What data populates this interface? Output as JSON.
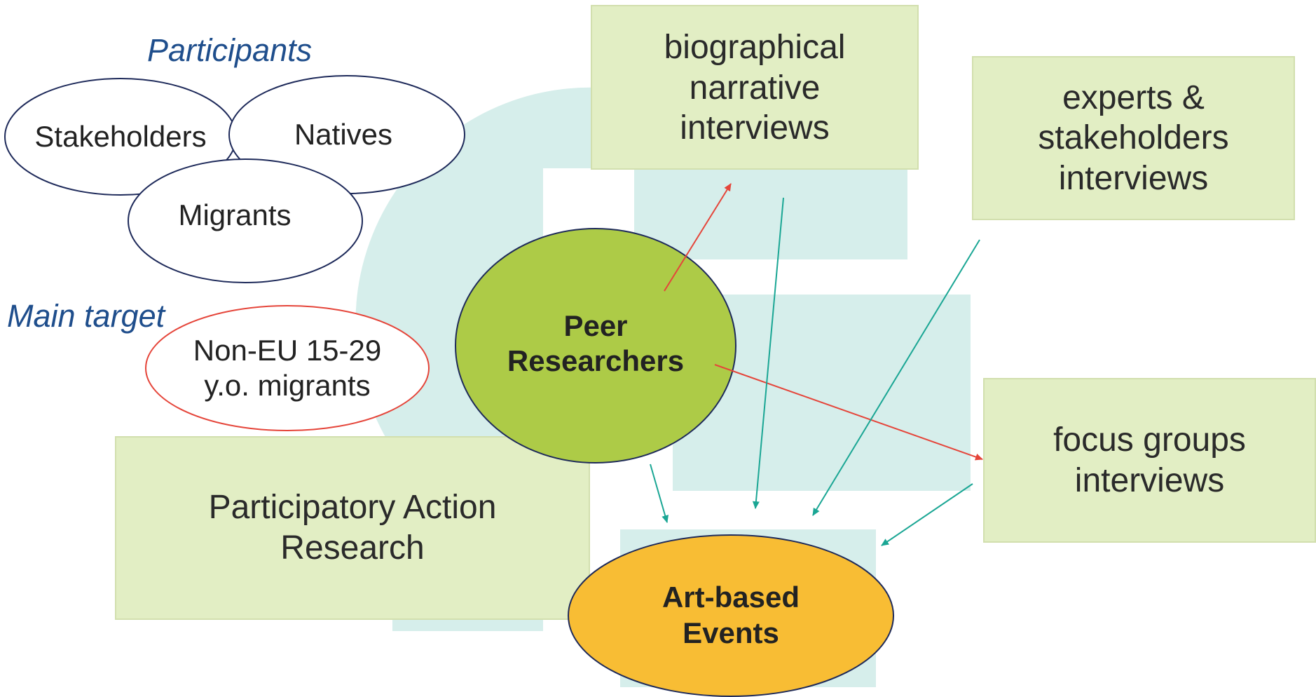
{
  "colors": {
    "background": "#ffffff",
    "watermark": "#d6eeeb",
    "box_fill": "#e2eec4",
    "box_border": "#d2dfae",
    "ellipse_outline": "#1e2a5a",
    "target_outline": "#e5453a",
    "peer_fill": "#adcb47",
    "events_fill": "#f8bd34",
    "arrow_red": "#e5453a",
    "arrow_teal": "#1aa694",
    "label_blue": "#1f4e8c"
  },
  "participants": {
    "heading": "Participants",
    "groups": [
      "Stakeholders",
      "Natives",
      "Migrants"
    ]
  },
  "main_target": {
    "heading": "Main target",
    "line1": "Non-EU 15-29",
    "line2": "y.o. migrants"
  },
  "method": {
    "line1": "Participatory Action",
    "line2": "Research"
  },
  "center": {
    "line1": "Peer",
    "line2": "Researchers"
  },
  "outcome": {
    "line1": "Art-based",
    "line2": "Events"
  },
  "activities": {
    "biographical": [
      "biographical",
      "narrative",
      "interviews"
    ],
    "experts": [
      "experts &",
      "stakeholders",
      "interviews"
    ],
    "focus": [
      "focus groups",
      "interviews"
    ]
  },
  "connections": [
    {
      "from": "Peer Researchers",
      "to": "biographical narrative interviews",
      "color": "red"
    },
    {
      "from": "Peer Researchers",
      "to": "focus groups interviews",
      "color": "red"
    },
    {
      "from": "Peer Researchers",
      "to": "Art-based Events",
      "color": "teal"
    },
    {
      "from": "biographical narrative interviews",
      "to": "Art-based Events",
      "color": "teal"
    },
    {
      "from": "experts & stakeholders interviews",
      "to": "Art-based Events",
      "color": "teal"
    },
    {
      "from": "focus groups interviews",
      "to": "Art-based Events",
      "color": "teal"
    }
  ]
}
